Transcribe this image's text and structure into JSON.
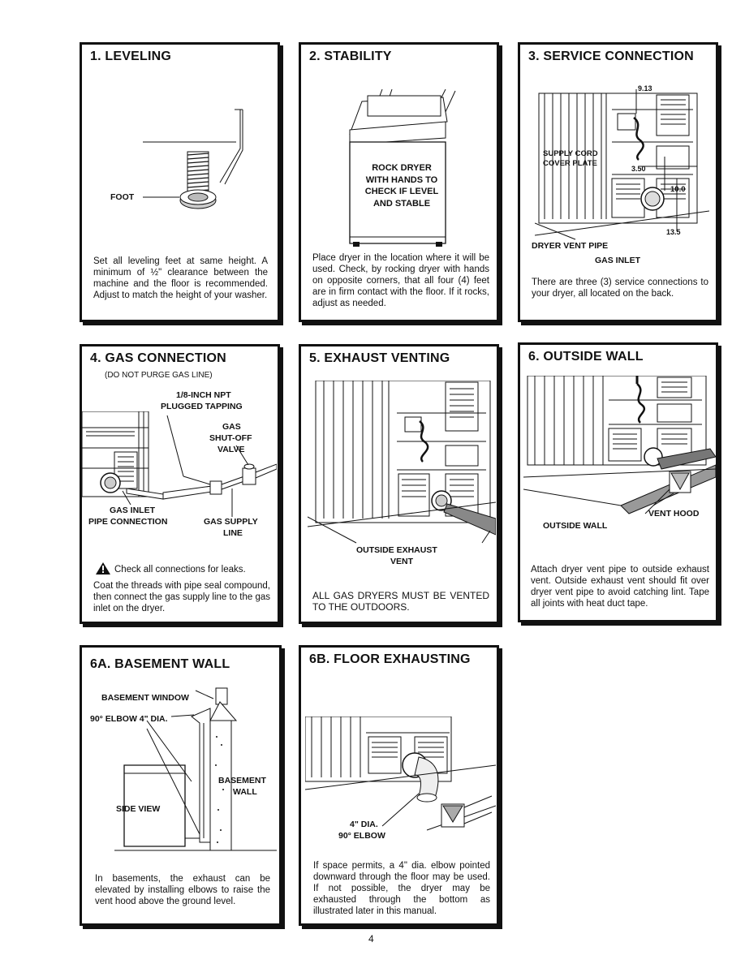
{
  "panels": {
    "p1": {
      "title": "1. LEVELING",
      "label_foot": "FOOT",
      "text": "Set all leveling feet at same height. A minimum of ½\" clearance between the machine and the floor is recommended. Adjust to match the height of your washer."
    },
    "p2": {
      "title": "2. STABILITY",
      "callout": "ROCK DRYER WITH HANDS TO CHECK IF LEVEL AND STABLE",
      "text": "Place dryer in the location where it will be used. Check, by rocking dryer with hands on opposite corners, that all four (4) feet are in firm contact with the floor. If it rocks, adjust as needed."
    },
    "p3": {
      "title": "3. SERVICE CONNECTION",
      "dim_913": "9.13",
      "label_supply_cord": "SUPPLY CORD",
      "label_cover_plate": "COVER PLATE",
      "dim_350": "3.50",
      "dim_100": "10.0",
      "dim_135": "13.5",
      "label_vent_pipe": "DRYER VENT PIPE",
      "label_gas_inlet": "GAS INLET",
      "text": "There are three (3) service connections to your dryer, all located on the back."
    },
    "p4": {
      "title": "4. GAS CONNECTION",
      "subtitle": "(DO NOT PURGE GAS LINE)",
      "label_npt_1": "1/8-INCH NPT",
      "label_npt_2": "PLUGGED TAPPING",
      "label_valve_1": "GAS",
      "label_valve_2": "SHUT-OFF",
      "label_valve_3": "VALVE",
      "label_inlet_1": "GAS INLET",
      "label_inlet_2": "PIPE CONNECTION",
      "label_supply_1": "GAS SUPPLY",
      "label_supply_2": "LINE",
      "warning": "Check all connections for leaks.",
      "text": "Coat the threads with pipe seal compound, then connect the gas supply line to the gas inlet on the dryer."
    },
    "p5": {
      "title": "5. EXHAUST VENTING",
      "label_exhaust_1": "OUTSIDE EXHAUST",
      "label_exhaust_2": "VENT",
      "text": "ALL GAS DRYERS MUST BE VENTED TO THE OUTDOORS."
    },
    "p6": {
      "title": "6. OUTSIDE WALL",
      "label_vent_hood": "VENT HOOD",
      "label_outside_wall": "OUTSIDE WALL",
      "text": "Attach dryer vent pipe to outside exhaust vent. Outside exhaust vent should fit over dryer vent pipe to avoid catching lint. Tape all joints with heat duct tape."
    },
    "p6a": {
      "title": "6A. BASEMENT WALL",
      "label_window": "BASEMENT WINDOW",
      "label_elbow": "90° ELBOW 4\" DIA.",
      "label_wall_1": "BASEMENT",
      "label_wall_2": "WALL",
      "label_side": "SIDE VIEW",
      "text": "In basements, the exhaust can be elevated by installing elbows to raise the vent hood above the ground level."
    },
    "p6b": {
      "title": "6B. FLOOR EXHAUSTING",
      "label_dia": "4\" DIA.",
      "label_elbow": "90° ELBOW",
      "text": "If space permits, a 4\" dia. elbow pointed downward through the floor may be used. If not possible, the dryer may be exhausted through the bottom as illustrated later in this manual."
    }
  },
  "page_number": "4"
}
